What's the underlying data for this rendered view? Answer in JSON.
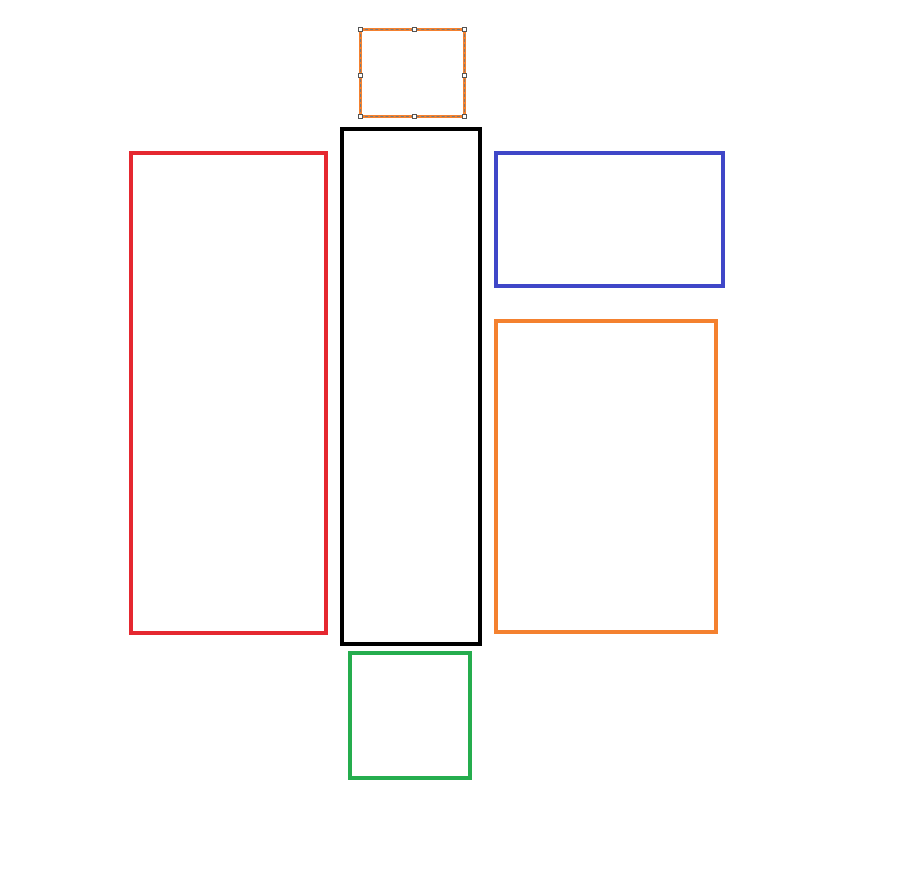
{
  "canvas": {
    "background": "#ffffff"
  },
  "shapes": [
    {
      "id": "red-rectangle",
      "stroke": "#e52830",
      "fill": "none",
      "selected": false
    },
    {
      "id": "black-rectangle",
      "stroke": "#000000",
      "fill": "none",
      "selected": false
    },
    {
      "id": "blue-rectangle",
      "stroke": "#3f47c8",
      "fill": "none",
      "selected": false
    },
    {
      "id": "orange-rectangle",
      "stroke": "#f4812f",
      "fill": "none",
      "selected": false
    },
    {
      "id": "green-rectangle",
      "stroke": "#25ad4e",
      "fill": "none",
      "selected": false
    },
    {
      "id": "selected-orange-rectangle",
      "stroke": "#f4812f",
      "fill": "none",
      "selected": true
    }
  ]
}
